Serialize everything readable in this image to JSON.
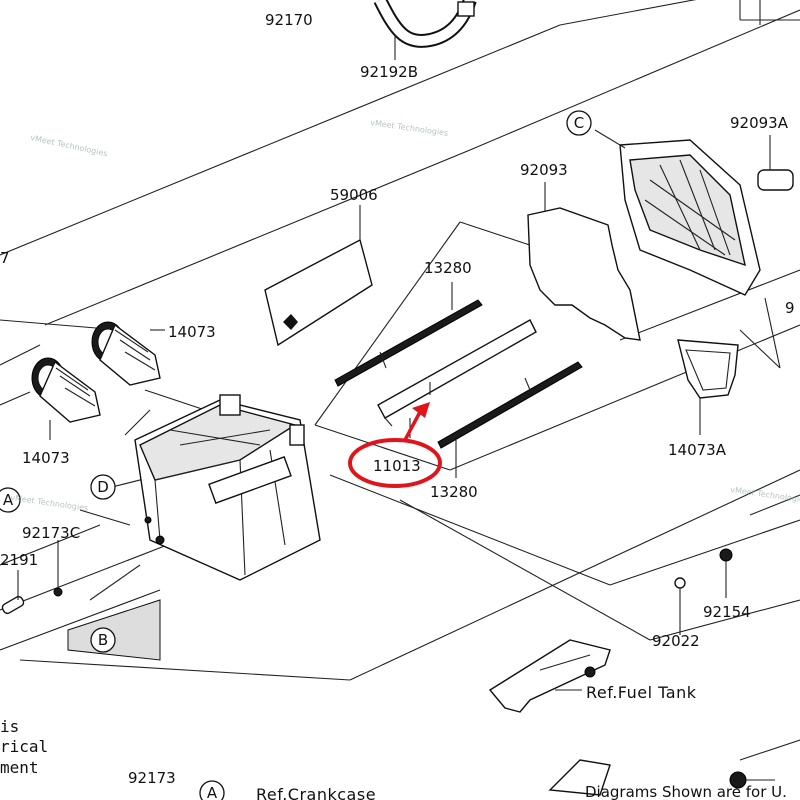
{
  "part_numbers": {
    "p92170": "92170",
    "p92192B": "92192B",
    "p59006": "59006",
    "p92093": "92093",
    "p92093A": "92093A",
    "p13280a": "13280",
    "p13280b": "13280",
    "p14073a": "14073",
    "p14073b": "14073",
    "p14073A": "14073A",
    "p11013": "11013",
    "p92173C": "92173C",
    "p92191": "2191",
    "p92022": "92022",
    "p92154": "92154",
    "p92173": "92173",
    "p7": "7",
    "p9": "9"
  },
  "callouts": {
    "A_top": "A",
    "A_bottom": "A",
    "B": "B",
    "C": "C",
    "D": "D"
  },
  "references": {
    "fuel_tank": "Ref.Fuel Tank",
    "crankcase": "Ref.Crankcase"
  },
  "note_lines": {
    "line1": "is",
    "line2": "rical",
    "line3": "ment"
  },
  "footer": {
    "disclaimer": "Diagrams Shown are for U."
  },
  "watermarks": {
    "w1": "vMeet Technologies",
    "w2": "vMeet Technologies",
    "w3": "vMeet Technologies",
    "w4": "vMeet Technologies"
  },
  "highlight": {
    "color": "#e0141b",
    "target": "11013"
  }
}
